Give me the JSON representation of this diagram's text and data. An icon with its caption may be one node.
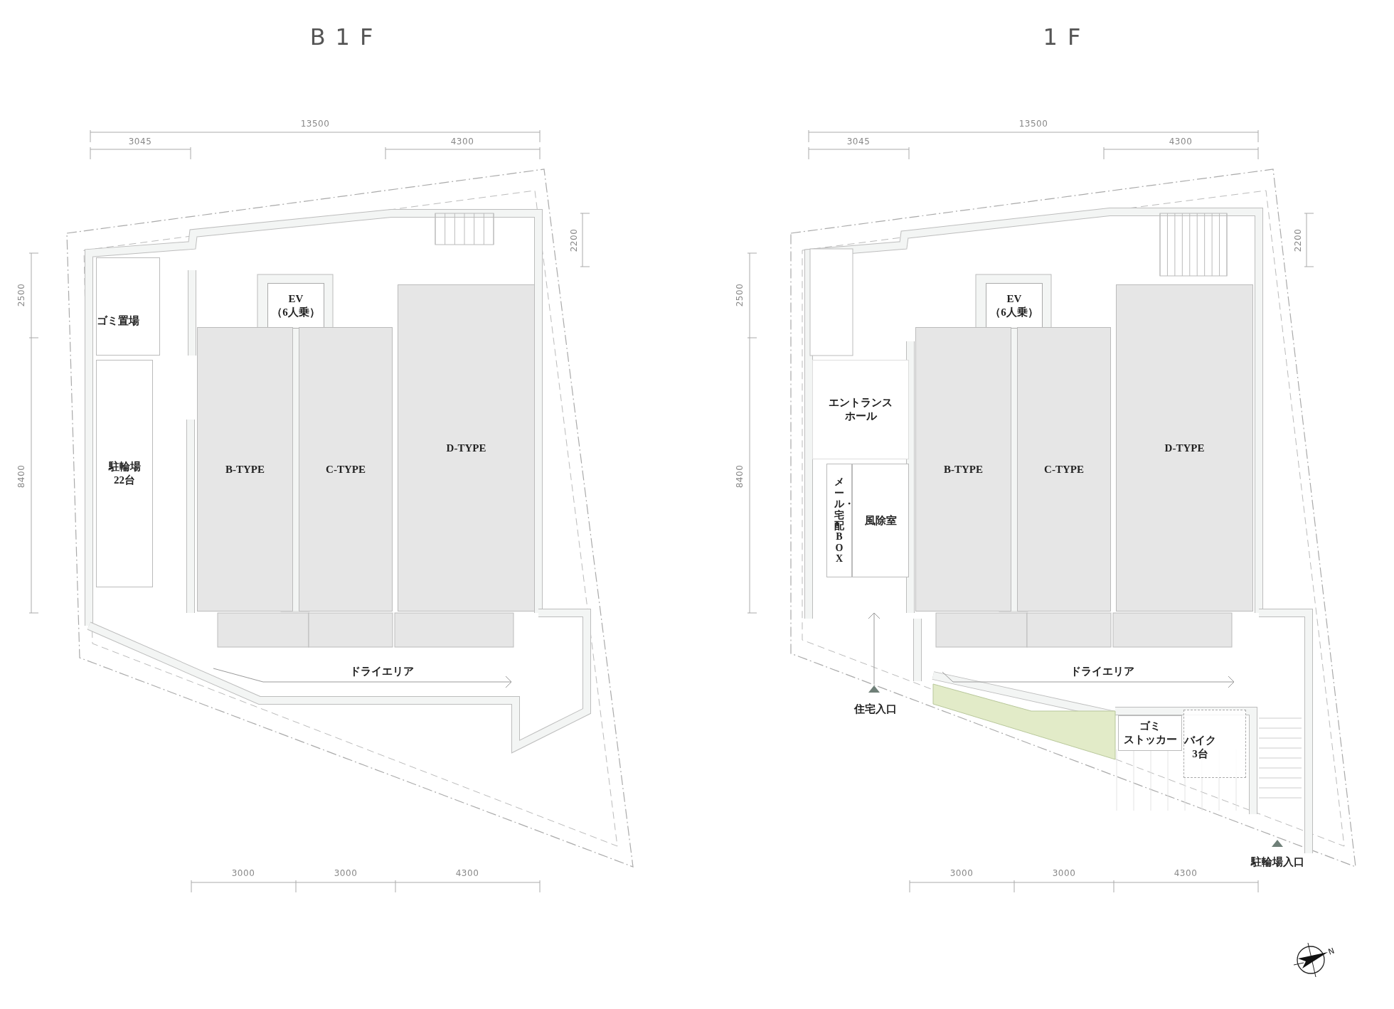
{
  "diagram": {
    "nodes": [
      {
        "text": [
          "ゴミ置場"
        ]
      },
      {
        "text": [
          "駐輪場 22台"
        ]
      },
      {
        "text": [
          "EV （6人乗）"
        ]
      },
      {
        "text": [
          "B-TYPE"
        ]
      },
      {
        "text": [
          "C-TYPE"
        ]
      },
      {
        "text": [
          "D-TYPE"
        ]
      },
      {
        "text": [
          "EV （6人乗）"
        ]
      },
      {
        "text": [
          "エントランスホール"
        ]
      },
      {
        "text": [
          "メール・宅配BOX"
        ]
      },
      {
        "text": [
          "風除室"
        ]
      },
      {
        "text": [
          "B-TYPE"
        ]
      },
      {
        "text": [
          "C-TYPE"
        ]
      },
      {
        "text": [
          "D-TYPE"
        ]
      },
      {
        "text": [
          "ゴミ",
          "ストッカー"
        ]
      },
      {
        "text": [
          "バイク 3台"
        ]
      }
    ],
    "labels": [
      "B1F",
      "13500",
      "3045",
      "4300",
      "2500",
      "8400",
      "2200",
      "ドライエリア",
      "3000",
      "3000",
      "4300",
      "1F",
      "13500",
      "3045",
      "4300",
      "2500",
      "8400",
      "2200",
      "ドライエリア",
      "住宅入口",
      "駐輪場入口",
      "3000",
      "3000",
      "4300",
      "N"
    ]
  }
}
